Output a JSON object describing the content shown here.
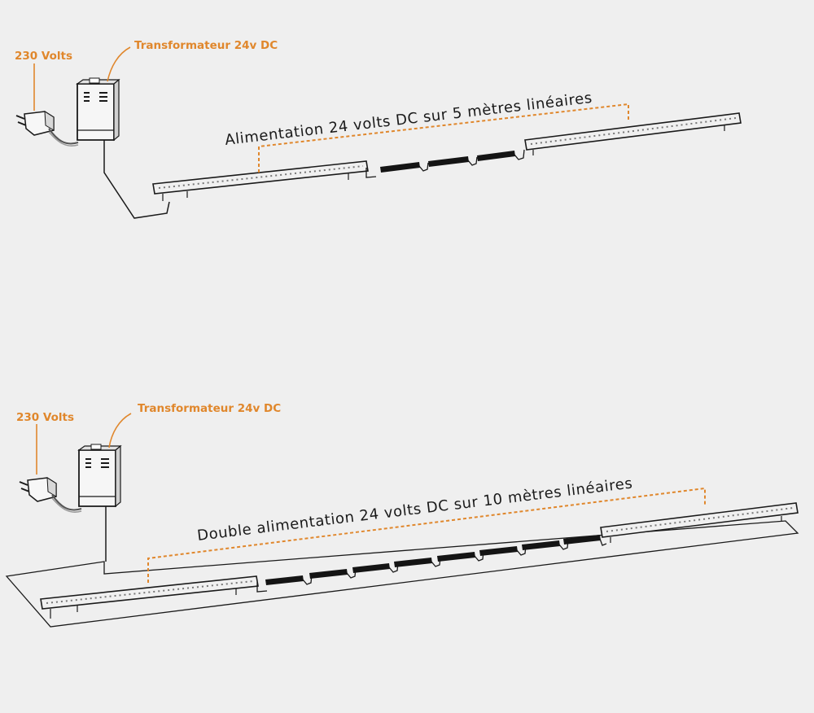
{
  "diagrams": [
    {
      "voltage_label": "230 Volts",
      "transformer_label": "Transformateur 24v DC",
      "caption": "Alimentation 24 volts DC sur 5 mètres linéaires"
    },
    {
      "voltage_label": "230 Volts",
      "transformer_label": "Transformateur 24v DC",
      "caption": "Double alimentation 24 volts DC sur 10 mètres linéaires"
    }
  ],
  "colors": {
    "background": "#efefef",
    "accent": "#e0872c",
    "line": "#1a1a1a"
  }
}
